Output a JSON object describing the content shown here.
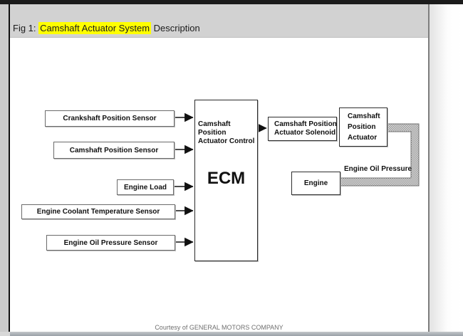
{
  "header": {
    "prefix": "Fig 1: ",
    "highlighted": "Camshaft Actuator System",
    "suffix": " Description"
  },
  "colors": {
    "highlight": "#ffff00",
    "header_bg": "#d2d2d2",
    "frame_border": "#101010",
    "box_border": "#6b6b6b",
    "footer_text": "#6f6f6f"
  },
  "diagram": {
    "inputs": [
      {
        "label": "Crankshaft Position Sensor"
      },
      {
        "label": "Camshaft Position Sensor"
      },
      {
        "label": "Engine Load"
      },
      {
        "label": "Engine Coolant Temperature Sensor"
      },
      {
        "label": "Engine Oil Pressure Sensor"
      }
    ],
    "ecm": {
      "control_lines": [
        "Camshaft Position",
        "Actuator Control"
      ],
      "name": "ECM"
    },
    "solenoid_lines": [
      "Camshaft Position",
      "Actuator Solenoid"
    ],
    "actuator_lines": [
      "Camshaft",
      "Position",
      "Actuator"
    ],
    "engine_label": "Engine",
    "oil_pressure_label": "Engine Oil Pressure"
  },
  "footer": {
    "credit": "Courtesy of GENERAL MOTORS COMPANY"
  }
}
